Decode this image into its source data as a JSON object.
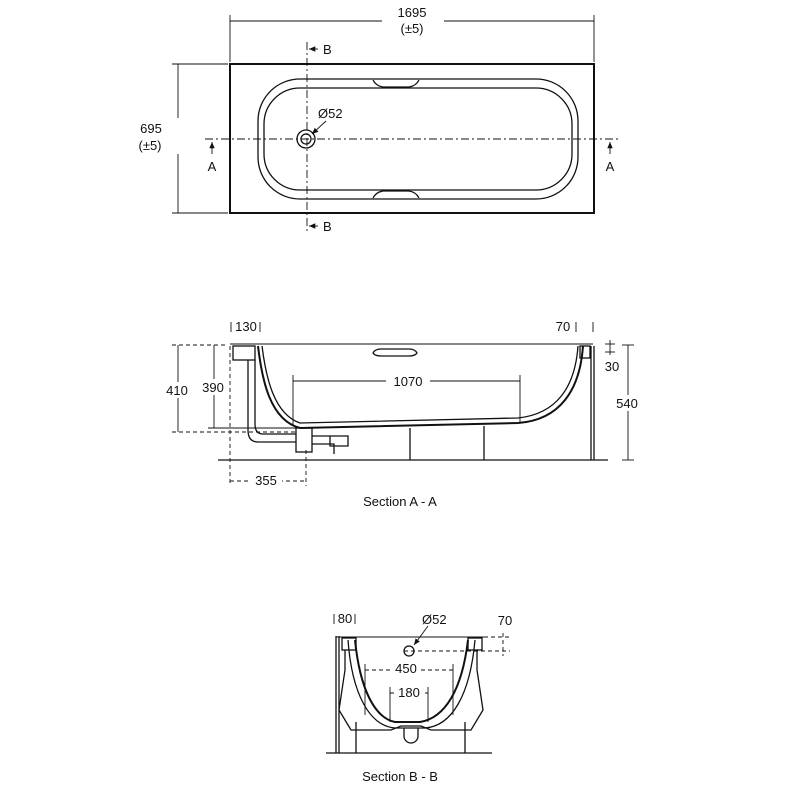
{
  "plan_view": {
    "length": "1695",
    "length_tolerance": "(±5)",
    "width": "695",
    "width_tolerance": "(±5)",
    "waste_diameter": "Ø52",
    "section_b_label": "B",
    "section_a_label": "A"
  },
  "section_a": {
    "caption": "Section A - A",
    "dim_left_rim": "130",
    "dim_right_rim": "70",
    "dim_rim_depth": "30",
    "dim_total_depth": "410",
    "dim_inner_depth": "390",
    "dim_base_length": "1070",
    "dim_total_height": "540",
    "dim_waste_offset": "355"
  },
  "section_b": {
    "caption": "Section B - B",
    "dim_rim": "80",
    "waste_diameter": "Ø52",
    "dim_waste_height": "70",
    "dim_base_width": "450",
    "dim_feet": "180"
  }
}
